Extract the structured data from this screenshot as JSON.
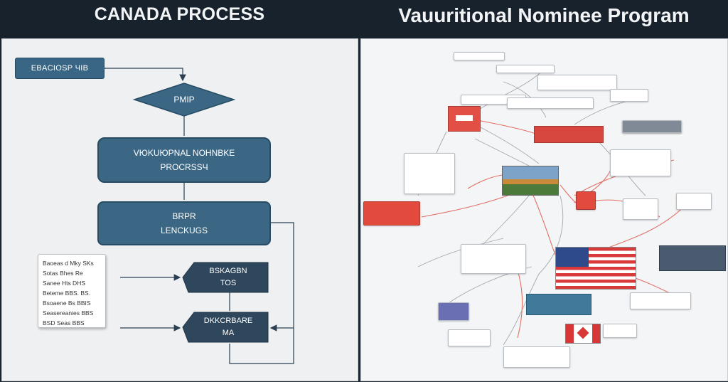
{
  "titles": {
    "left": "CANADA PROCESS",
    "right": "Vauuritional Nominee Program"
  },
  "flowchart": {
    "start": "EBACIOSP ЧIB",
    "decision": "PMIP",
    "process1": [
      "VЮKUЮPNAL NOHNBKE",
      "PROCRSSЧ"
    ],
    "process2": [
      "BRPR",
      "LENCKUGS"
    ],
    "step1": [
      "BSKAGBN",
      "TOS"
    ],
    "step2": [
      "DKKCRBARE",
      "MA"
    ]
  },
  "notes": [
    "Baoeas d Mky SKs",
    "Sotas Bhes Re",
    "Sanee Hts DHS",
    "Beteme BBS. BS.",
    "Bsoaene Bs BBIS",
    "Seasereanies BBS",
    "BSD Seas BBS"
  ],
  "colors": {
    "header_bg": "#18222d",
    "node_fill": "#3b6784",
    "node_border": "#264b63",
    "dark_node": "#2e475c",
    "link_red": "#e0584e",
    "link_gray": "#9aa0a6",
    "us_red": "#d83a3a",
    "us_blue": "#2f4a8a"
  }
}
